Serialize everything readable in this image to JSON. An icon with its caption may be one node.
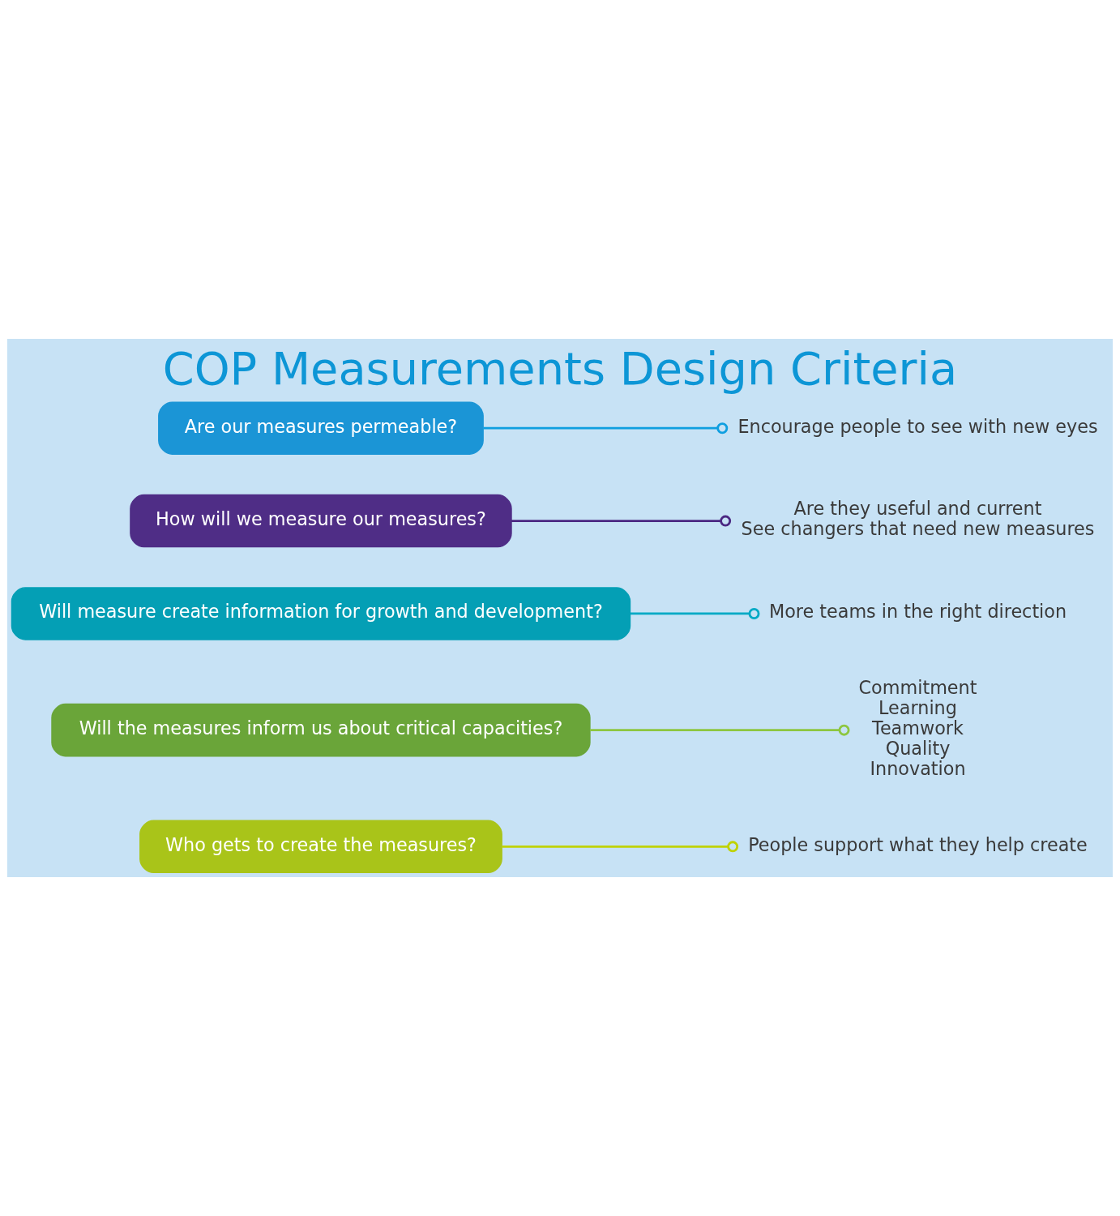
{
  "diagram": {
    "title": "COP Measurements Design Criteria",
    "nodes": [
      {
        "text": [
          "People support what they help create"
        ]
      },
      {
        "text": [
          "Who gets to create the measures?"
        ]
      },
      {
        "text": [
          "Commitment",
          "Learning",
          "Teamwork",
          "Quality",
          "Innovation"
        ]
      },
      {
        "text": [
          "Will the measures inform us about critical capacities?"
        ]
      },
      {
        "text": [
          "More teams in the right direction"
        ]
      },
      {
        "text": [
          "Will measure create information for growth and development?"
        ]
      },
      {
        "text": [
          "How will we measure our measures?"
        ]
      },
      {
        "text": [
          "Are our measures permeable?"
        ]
      },
      {
        "text": [
          "Encourage people to see with new eyes"
        ]
      },
      {
        "text": [
          "Are they useful and current",
          "See changers that need new measures"
        ]
      }
    ],
    "edges": [
      {
        "from": 1,
        "to": 0,
        "arrow": "other",
        "color": "#bfd200"
      },
      {
        "from": 3,
        "to": 2,
        "arrow": "other",
        "color": "#8dc63f"
      },
      {
        "from": 5,
        "to": 4,
        "arrow": "other",
        "color": "#00a9c5"
      },
      {
        "from": 7,
        "to": 8,
        "arrow": "other",
        "color": "#0f9fe0"
      },
      {
        "from": 6,
        "to": 9,
        "arrow": "other",
        "color": "#4b2882"
      }
    ]
  }
}
